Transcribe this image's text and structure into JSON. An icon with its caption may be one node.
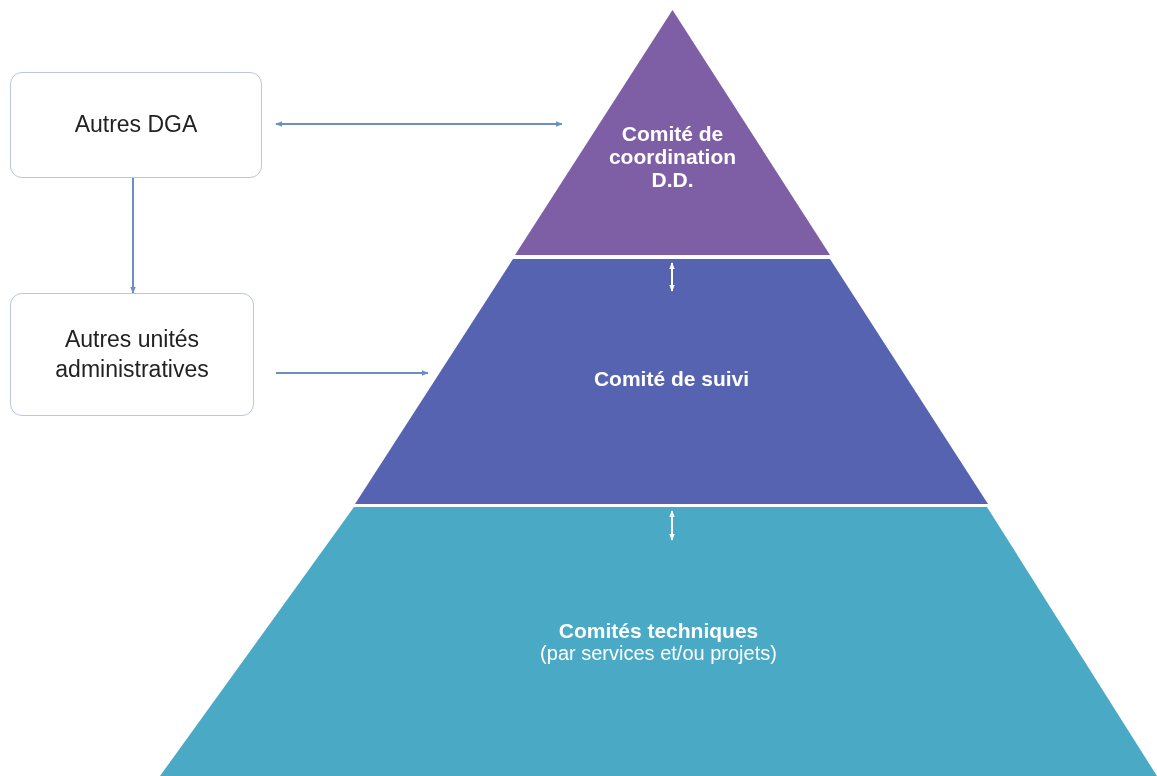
{
  "diagram": {
    "nodes": [
      {
        "text": [
          "Autres DGA"
        ]
      },
      {
        "text": [
          "Autres unités administratives"
        ]
      },
      {
        "text": [
          "Comité de coordination D.D."
        ]
      },
      {
        "text": [
          "Comité de suivi"
        ]
      },
      {
        "text": [
          "Comités techniques",
          "(par services et/ou projets)"
        ]
      }
    ],
    "edges": [
      {
        "from": 0,
        "to": 2,
        "arrow": "both"
      },
      {
        "from": 0,
        "to": 1,
        "arrow": "to"
      },
      {
        "from": 1,
        "to": 3,
        "arrow": "to"
      },
      {
        "from": 2,
        "to": 3,
        "arrow": "both",
        "color": "#ffffff"
      },
      {
        "from": 3,
        "to": 4,
        "arrow": "both",
        "color": "#ffffff"
      }
    ]
  }
}
